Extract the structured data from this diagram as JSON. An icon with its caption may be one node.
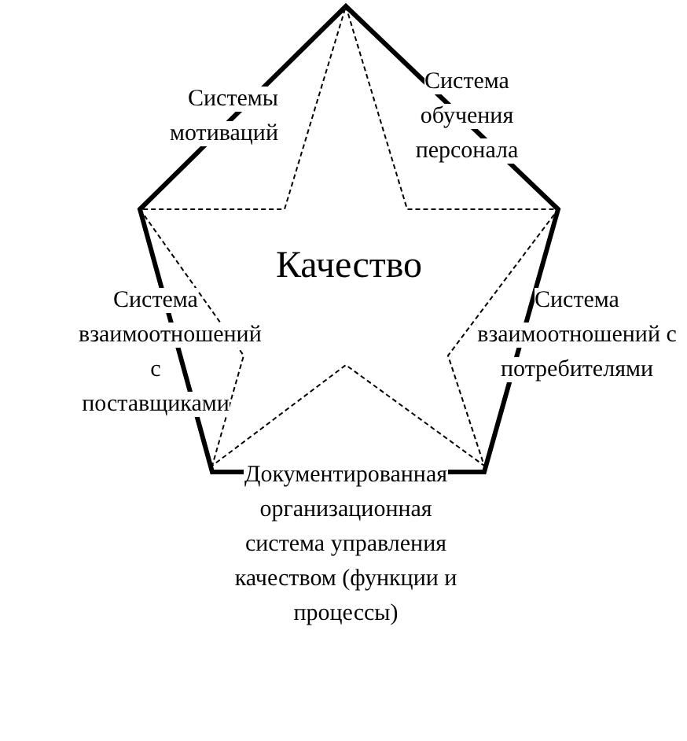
{
  "diagram": {
    "nodes": [
      {
        "text": [
          "Качество"
        ]
      }
    ],
    "labels": [
      "Системы мотиваций",
      "Система обучения персонала",
      "Система взаимоотношений с поставщиками",
      "Система взаимоотношений с потребителями",
      "Документированная организационная система управления качеством (функции и процессы)"
    ]
  }
}
